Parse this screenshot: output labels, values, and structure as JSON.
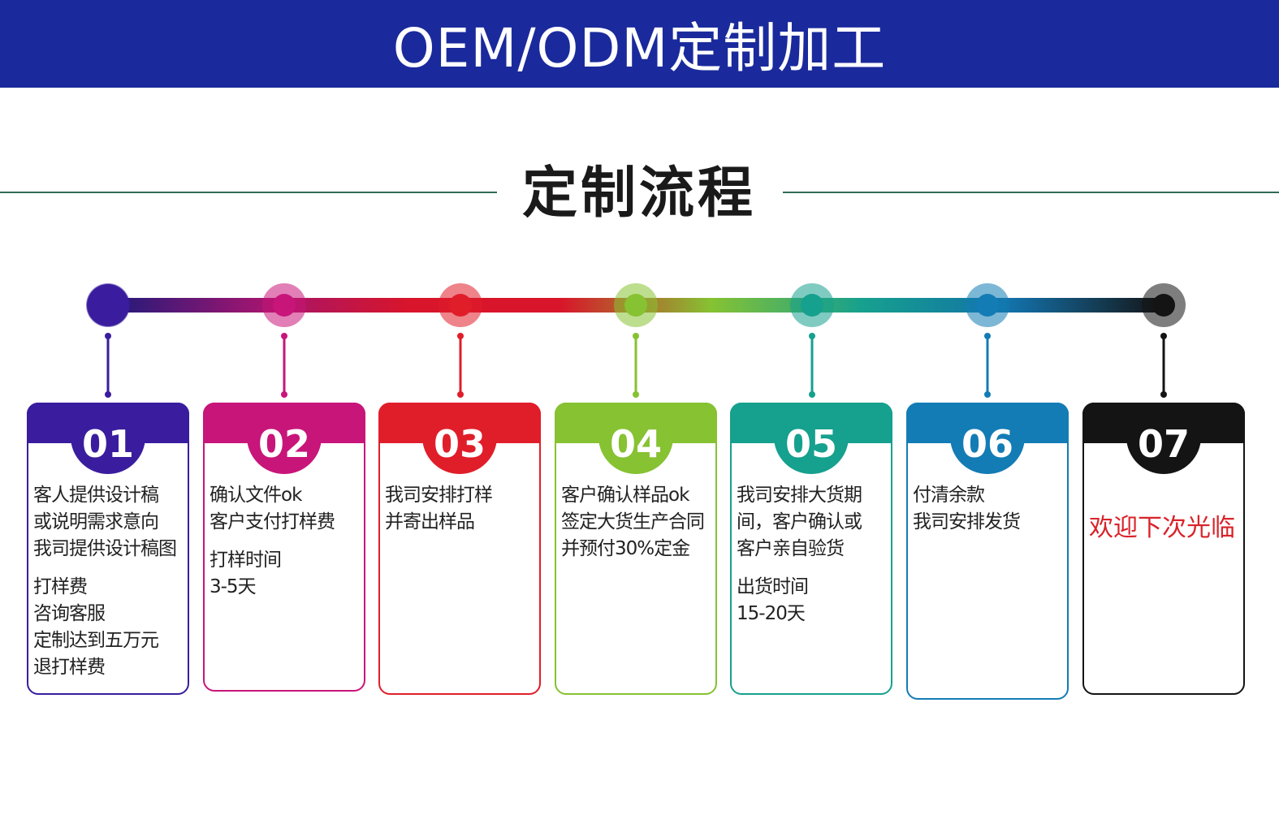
{
  "banner": {
    "title": "OEM/ODM定制加工"
  },
  "section": {
    "title": "定制流程"
  },
  "steps": [
    {
      "num": "01",
      "color": "#3a1d9e",
      "text": "客人提供设计稿\n或说明需求意向\n我司提供设计稿图",
      "note": "打样费\n咨询客服\n定制达到五万元\n退打样费"
    },
    {
      "num": "02",
      "color": "#c8157a",
      "text": "确认文件ok\n客户支付打样费",
      "note": "打样时间\n3-5天"
    },
    {
      "num": "03",
      "color": "#e01e2a",
      "text": "我司安排打样\n并寄出样品",
      "note": ""
    },
    {
      "num": "04",
      "color": "#86c232",
      "text": "客户确认样品ok\n签定大货生产合同\n并预付30%定金",
      "note": ""
    },
    {
      "num": "05",
      "color": "#16a08e",
      "text": "我司安排大货期\n间，客户确认或\n客户亲自验货",
      "note": "出货时间\n15-20天"
    },
    {
      "num": "06",
      "color": "#137cb5",
      "text": "付清余款\n我司安排发货",
      "note": ""
    },
    {
      "num": "07",
      "color": "#141414",
      "text": "",
      "note": "欢迎下次光临"
    }
  ]
}
